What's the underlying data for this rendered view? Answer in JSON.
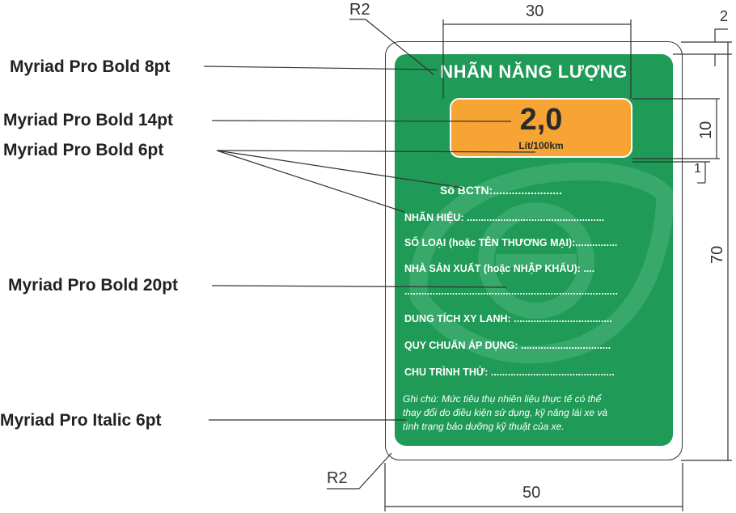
{
  "callouts": {
    "bold8": "Myriad Pro Bold 8pt",
    "bold14": "Myriad Pro Bold 14pt",
    "bold6": "Myriad Pro Bold 6pt",
    "bold20": "Myriad Pro Bold 20pt",
    "italic6": "Myriad Pro Italic 6pt"
  },
  "dimensions": {
    "top_width": "30",
    "right_gap": "2",
    "value_height": "10",
    "value_gap": "1",
    "total_height": "70",
    "total_width": "50",
    "radius_top": "R2",
    "radius_bottom": "R2"
  },
  "label": {
    "title": "NHÃN NĂNG LƯỢNG",
    "value": "2,0",
    "unit": "Lít/100km",
    "fields": [
      "Số BCTN:......................",
      "NHÃN HIỆU: .................................................",
      "SỐ LOẠI (hoặc TÊN THƯƠNG MẠI):...............",
      "NHÀ SẢN XUẤT (hoặc NHẬP KHẨU): ....",
      "............................................................................",
      "DUNG TÍCH XY LANH: ...................................",
      "QUY CHUẨN ÁP DỤNG: ................................",
      "CHU TRÌNH THỬ: ............................................"
    ],
    "note_lines": [
      "Ghi chú: Mức tiêu thụ nhiên liệu thực tế có thể",
      "thay đổi do điều kiện sử dụng, kỹ năng lái xe và",
      "tình trạng bảo dưỡng kỹ thuật của xe."
    ]
  },
  "colors": {
    "label_green": "#1f9a57",
    "value_orange": "#f6a434",
    "watermark": "#4fb77c"
  }
}
